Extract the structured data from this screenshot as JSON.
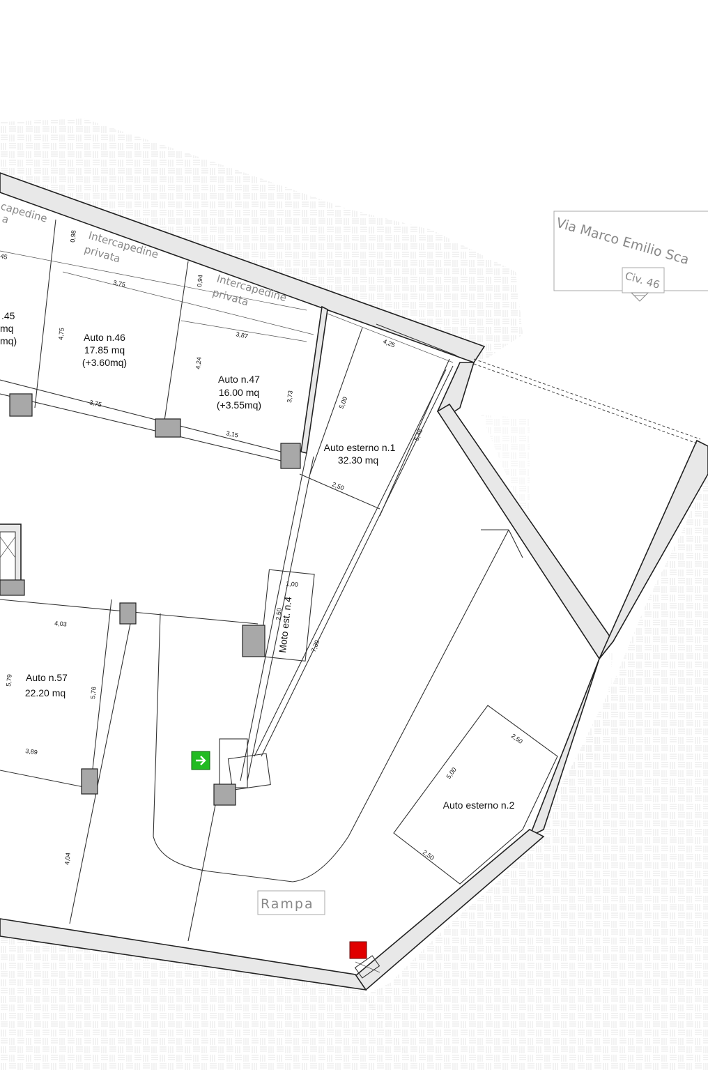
{
  "street": {
    "name": "Via Marco Emilio Sca",
    "civic": "Civ. 46"
  },
  "labels": {
    "intercapedine_1a": "Intercapedine",
    "intercapedine_1b": "privata",
    "intercapedine_2a": "Intercapedine",
    "intercapedine_2b": "privata",
    "intercapedine_0a": "capedine",
    "intercapedine_0b": "a",
    "rampa": "Rampa"
  },
  "spaces": {
    "auto45": {
      "l1": ".45",
      "l2": "mq",
      "l3": "mq)"
    },
    "auto46": {
      "name": "Auto n.46",
      "area": "17.85 mq",
      "extra": "(+3.60mq)"
    },
    "auto47": {
      "name": "Auto n.47",
      "area": "16.00 mq",
      "extra": "(+3.55mq)"
    },
    "est1": {
      "name": "Auto esterno n.1",
      "area": "32.30 mq"
    },
    "est2": {
      "name": "Auto esterno n.2"
    },
    "auto57": {
      "name": "Auto n.57",
      "area": "22.20 mq"
    },
    "moto4": {
      "name": "Moto est. n.4"
    }
  },
  "dims": {
    "d098": "0,98",
    "d375a": "3,75",
    "d094": "0,94",
    "d475": "4,75",
    "d424": "4,24",
    "d387": "3,87",
    "d375b": "3,75",
    "d315": "3,15",
    "d373": "3,73",
    "d425": "4,25",
    "d500a": "5,00",
    "d548": "5,48",
    "d250a": "2,50",
    "d100": "1,00",
    "d250m": "2,50",
    "d739": "7,39",
    "d403": "4,03",
    "d579": "5,79",
    "d576": "5,76",
    "d389": "3,89",
    "d404": "4,04",
    "d250b": "2,50",
    "d500b": "5,00",
    "d250c": "2,50",
    "d45": "45"
  },
  "colors": {
    "exit_sign": "#22bb22",
    "fire_marker": "#e00000",
    "wall_fill": "#e8e8e8",
    "pillar": "#a8a8a8"
  },
  "icons": {
    "exit": "exit-arrow-icon",
    "fire": "fire-extinguisher-marker"
  }
}
